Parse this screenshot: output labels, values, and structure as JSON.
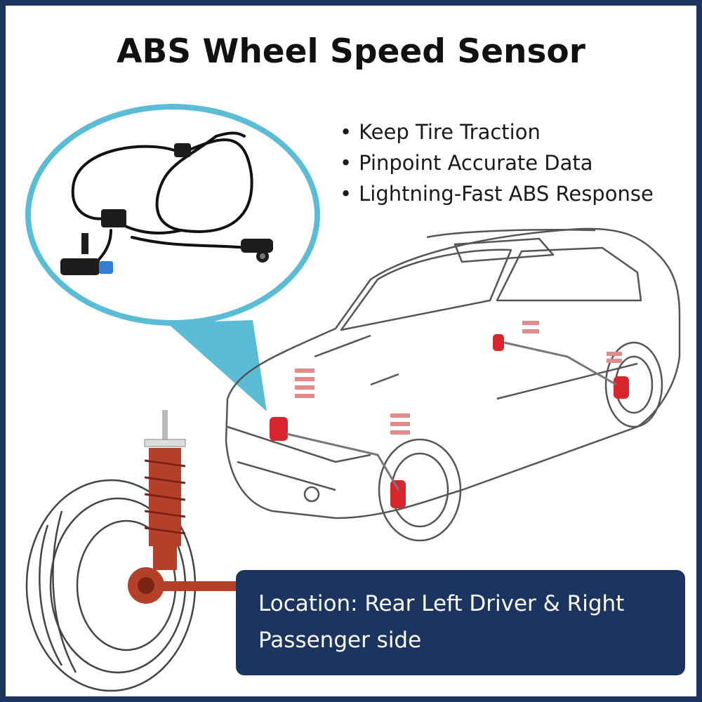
{
  "title": "ABS Wheel Speed Sensor",
  "features": [
    "Keep Tire Traction",
    "Pinpoint Accurate Data",
    "Lightning-Fast ABS Response"
  ],
  "location": {
    "line1": "Location: Rear Left Driver & Right",
    "line2": "Passenger side"
  },
  "colors": {
    "navy": "#1b3560",
    "callout_blue": "#5bbcd6",
    "brake_red": "#d9262c",
    "suspension_rust": "#b5402a",
    "connector_blue": "#2f7fd4"
  }
}
